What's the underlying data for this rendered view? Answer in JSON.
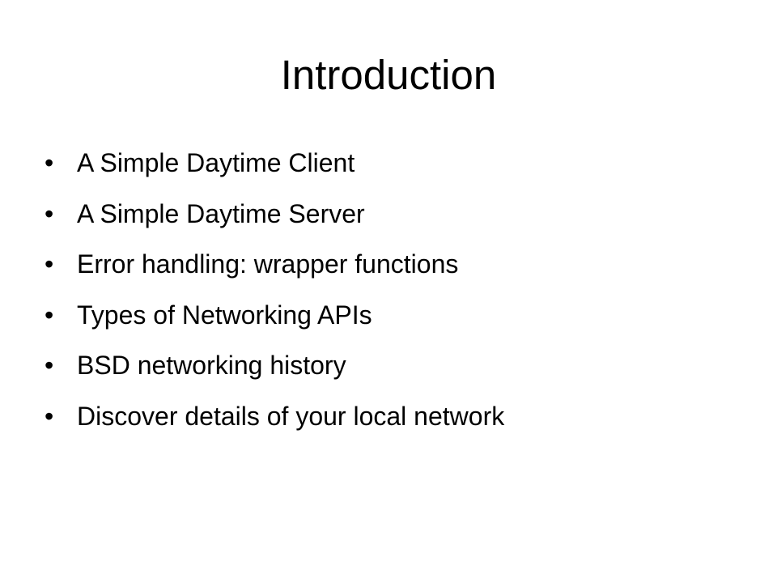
{
  "slide": {
    "title": "Introduction",
    "bullet_glyph": "•",
    "items": [
      {
        "text": "A Simple Daytime Client"
      },
      {
        "text": "A Simple Daytime Server"
      },
      {
        "text": "Error handling: wrapper functions"
      },
      {
        "text": "Types of Networking APIs"
      },
      {
        "text": "BSD networking history"
      },
      {
        "text": "Discover details of your local network"
      }
    ]
  }
}
